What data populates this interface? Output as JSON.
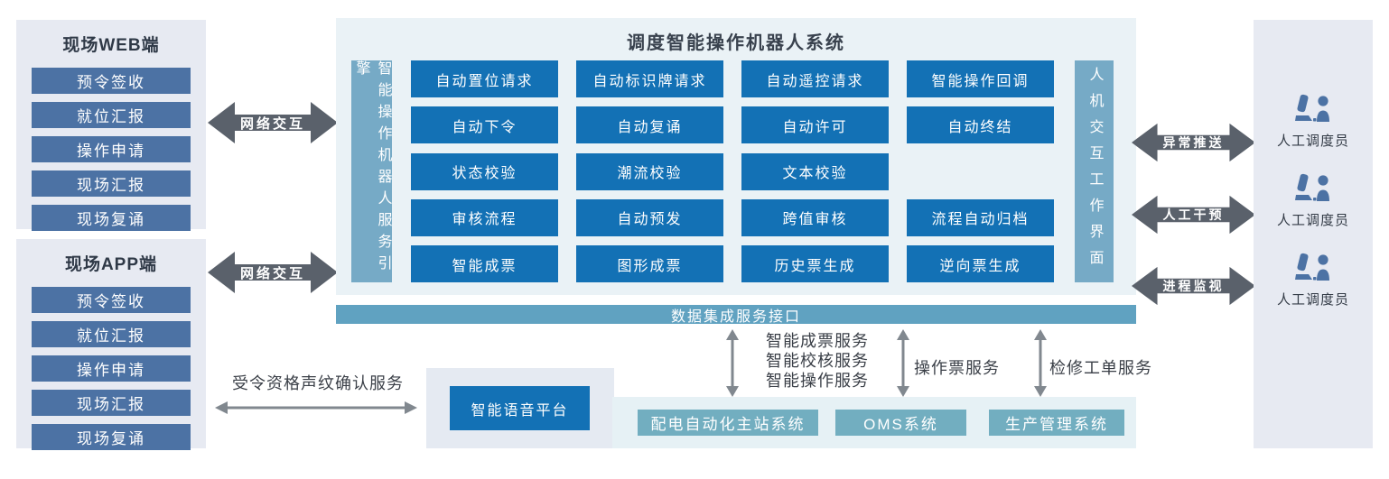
{
  "colors": {
    "panel_lavender": "#e7eaf2",
    "slate_blue": "#4c72a4",
    "center_bg": "#eaf2f6",
    "strong_blue": "#1371b5",
    "bar_teal": "#76aac6",
    "bus_teal": "#60a2c1",
    "bottom_bg": "#e6f1f5",
    "system_teal": "#72aec0",
    "arrow_dark": "#5a616b",
    "arrow_gray": "#81888f"
  },
  "field_web": {
    "title": "现场WEB端",
    "items": [
      "预令签收",
      "就位汇报",
      "操作申请",
      "现场汇报",
      "现场复诵"
    ]
  },
  "field_app": {
    "title": "现场APP端",
    "items": [
      "预令签收",
      "就位汇报",
      "操作申请",
      "现场汇报",
      "现场复诵"
    ]
  },
  "network_links": {
    "web_label": "网络交互",
    "app_label": "网络交互"
  },
  "robot_system": {
    "title": "调度智能操作机器人系统",
    "engine_bar": "智能操作机器人服务引擎",
    "hmi_bar": "人机交互工作界面",
    "grid_rows": [
      [
        "自动置位请求",
        "自动标识牌请求",
        "自动遥控请求",
        "智能操作回调"
      ],
      [
        "自动下令",
        "自动复诵",
        "自动许可",
        "自动终结"
      ],
      [
        "状态校验",
        "潮流校验",
        "文本校验",
        ""
      ],
      [
        "审核流程",
        "自动预发",
        "跨值审核",
        "流程自动归档"
      ],
      [
        "智能成票",
        "图形成票",
        "历史票生成",
        "逆向票生成"
      ]
    ]
  },
  "data_bus": {
    "label": "数据集成服务接口"
  },
  "dispatcher_links": [
    {
      "label": "异常推送"
    },
    {
      "label": "人工干预"
    },
    {
      "label": "进程监视"
    }
  ],
  "dispatchers": [
    {
      "label": "人工调度员"
    },
    {
      "label": "人工调度员"
    },
    {
      "label": "人工调度员"
    }
  ],
  "voice": {
    "service_label": "受令资格声纹确认服务",
    "platform_label": "智能语音平台"
  },
  "integration_services": {
    "ticket_service_lines": [
      "智能成票服务",
      "智能校核服务",
      "智能操作服务"
    ],
    "oms_service": "操作票服务",
    "maintenance_service": "检修工单服务"
  },
  "external_systems": [
    {
      "label": "配电自动化主站系统"
    },
    {
      "label": "OMS系统"
    },
    {
      "label": "生产管理系统"
    }
  ]
}
